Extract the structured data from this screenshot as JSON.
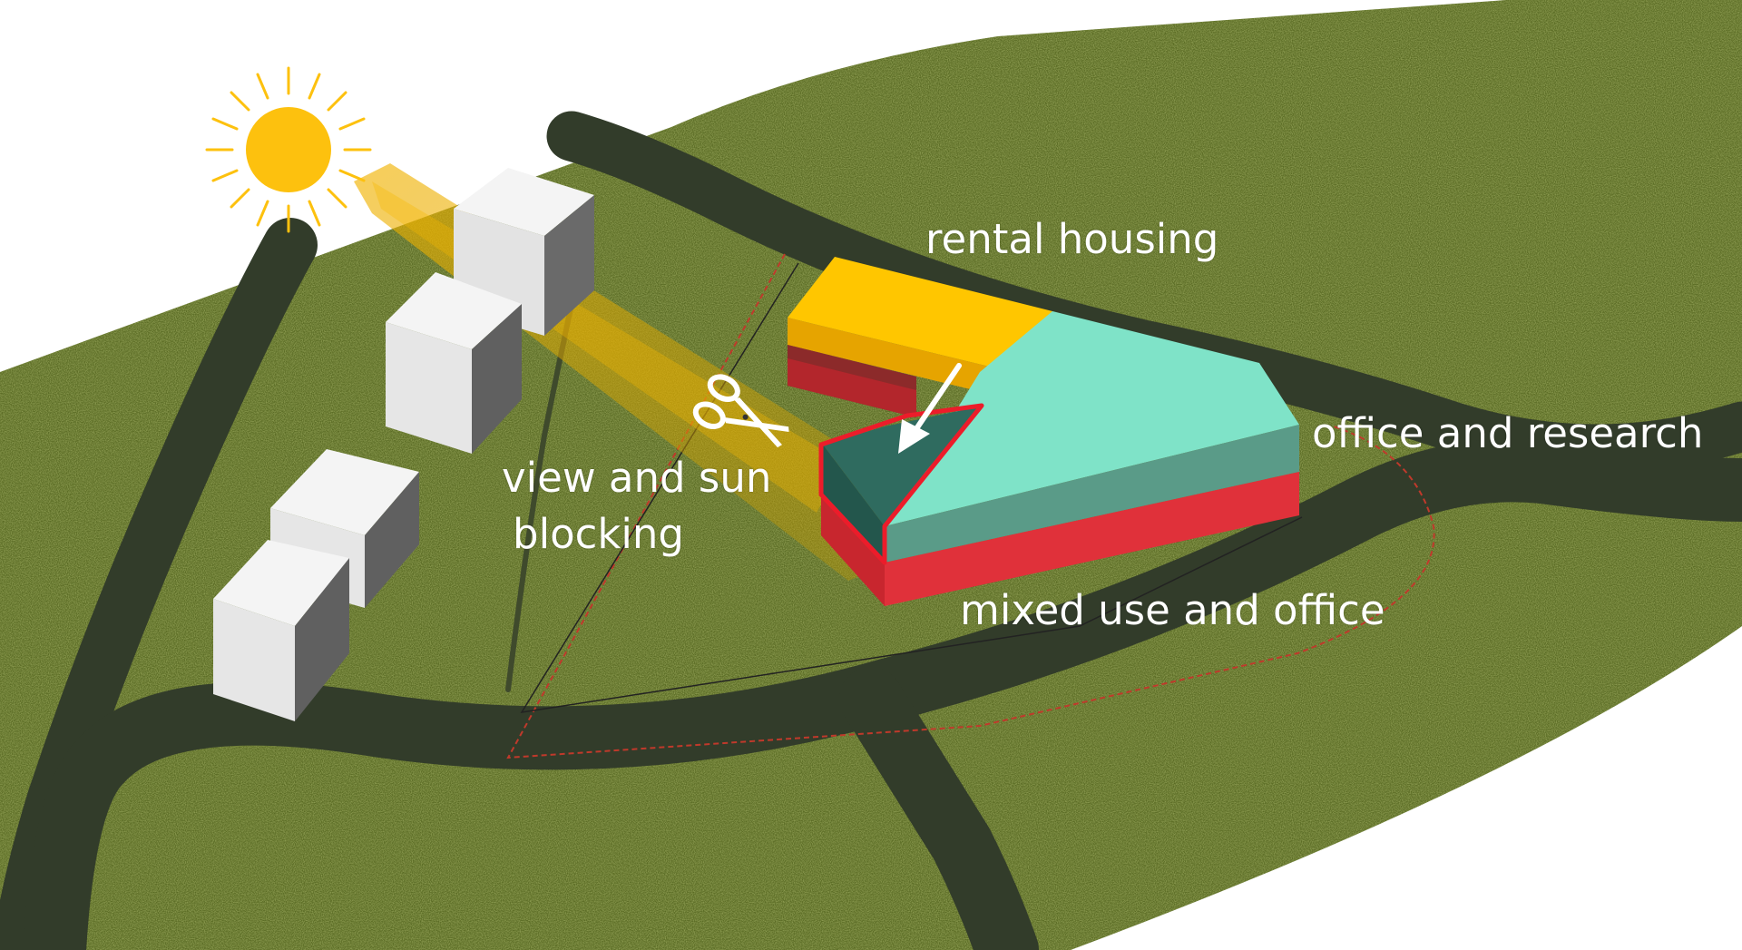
{
  "labels": {
    "rental_housing": "rental housing",
    "office_research": "office and research",
    "mixed_use": "mixed use and office",
    "view_sun_line1": "view and sun",
    "view_sun_line2": "blocking"
  },
  "colors": {
    "grass": "#5a6b24",
    "road": "#323c2a",
    "rental": "#ffc600",
    "office": "#7fe3c8",
    "mixed": "#e0313a",
    "cutout": "#2f6b5f",
    "cut_outline": "#ec1c2a",
    "neighbor_building": "#ececec",
    "sun": "#fdc10e"
  },
  "icons": [
    "sun-icon",
    "scissors-icon",
    "arrow-icon"
  ]
}
